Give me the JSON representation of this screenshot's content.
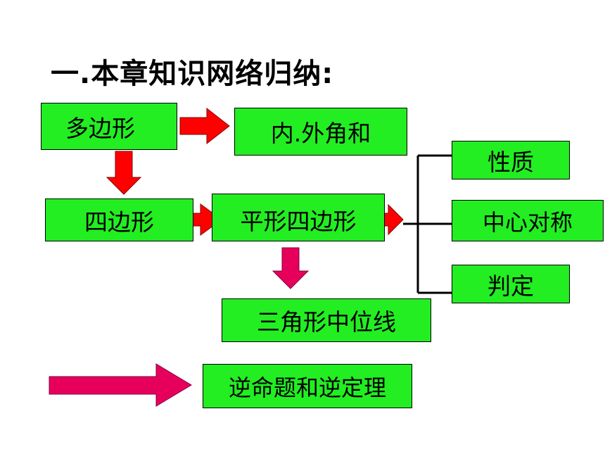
{
  "title": "一.本章知识网络归纳:",
  "nodes": {
    "polygon": "多边形",
    "angle_sum": "内.外角和",
    "quadrilateral": "四边形",
    "parallelogram": "平形四边形",
    "midline": "三角形中位线",
    "properties": "性质",
    "central_symmetry": "中心对称",
    "criteria": "判定",
    "converse": "逆命题和逆定理"
  },
  "colors": {
    "box_fill": "#22ee22",
    "arrow_red": "#ff0000",
    "arrow_pink": "#e6005c",
    "line": "#000000"
  }
}
